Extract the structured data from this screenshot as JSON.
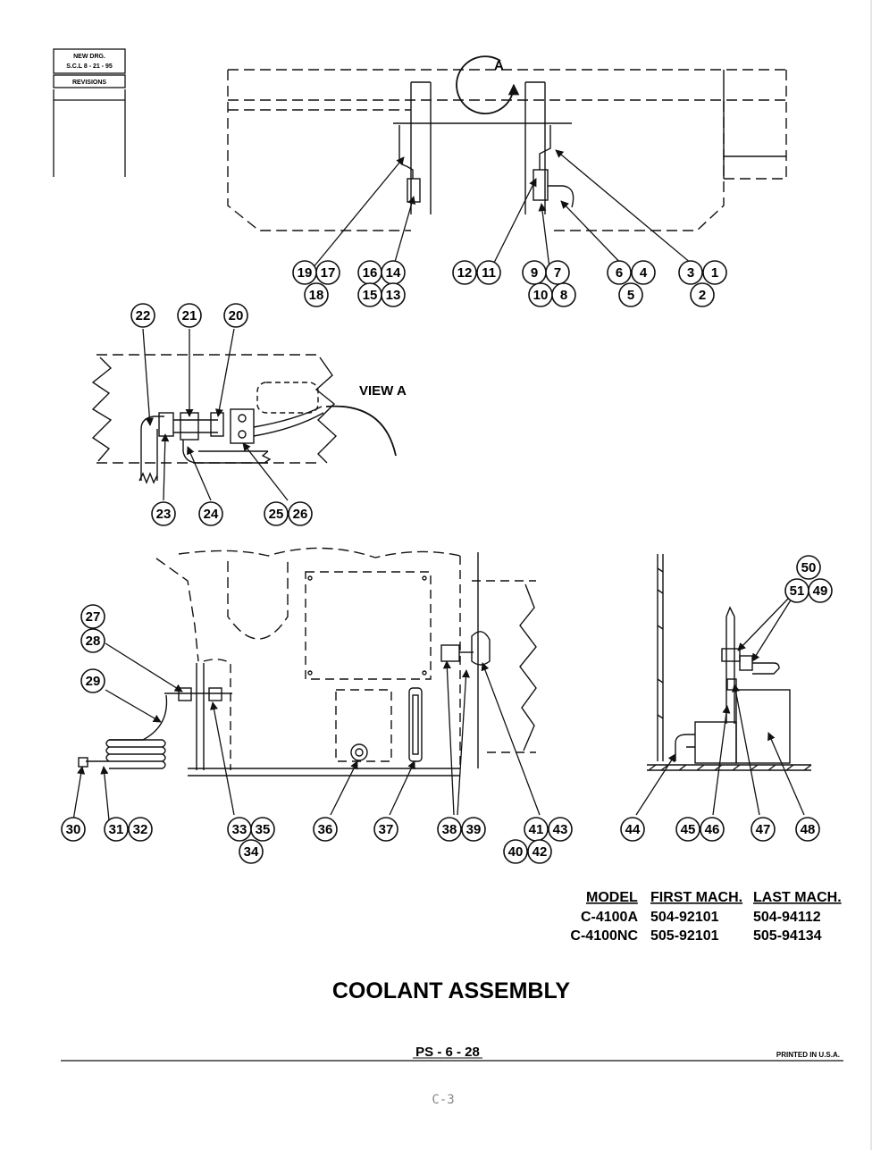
{
  "revisions": {
    "line1": "NEW DRG.",
    "line2": "S.C.L 8 - 21 - 95",
    "label": "REVISIONS"
  },
  "detail_marker": "A",
  "view_label": "VIEW A",
  "callouts": {
    "top": [
      "19",
      "17",
      "18",
      "16",
      "14",
      "15",
      "13",
      "12",
      "11",
      "9",
      "7",
      "10",
      "8",
      "6",
      "4",
      "5",
      "3",
      "1",
      "2"
    ],
    "view_a": [
      "22",
      "21",
      "20",
      "23",
      "24",
      "25",
      "26"
    ],
    "bottom": [
      "27",
      "28",
      "29",
      "30",
      "31",
      "32",
      "33",
      "35",
      "34",
      "36",
      "37",
      "38",
      "39",
      "41",
      "43",
      "40",
      "42"
    ],
    "side": [
      "50",
      "51",
      "49",
      "44",
      "45",
      "46",
      "47",
      "48"
    ]
  },
  "table": {
    "headers": [
      "MODEL",
      "FIRST MACH.",
      "LAST MACH."
    ],
    "rows": [
      [
        "C-4100A",
        "504-92101",
        "504-94112"
      ],
      [
        "C-4100NC",
        "505-92101",
        "505-94134"
      ]
    ]
  },
  "title": "COOLANT ASSEMBLY",
  "page_number": "PS - 6 - 28",
  "printed": "PRINTED IN U.S.A.",
  "stamp": "C-3"
}
